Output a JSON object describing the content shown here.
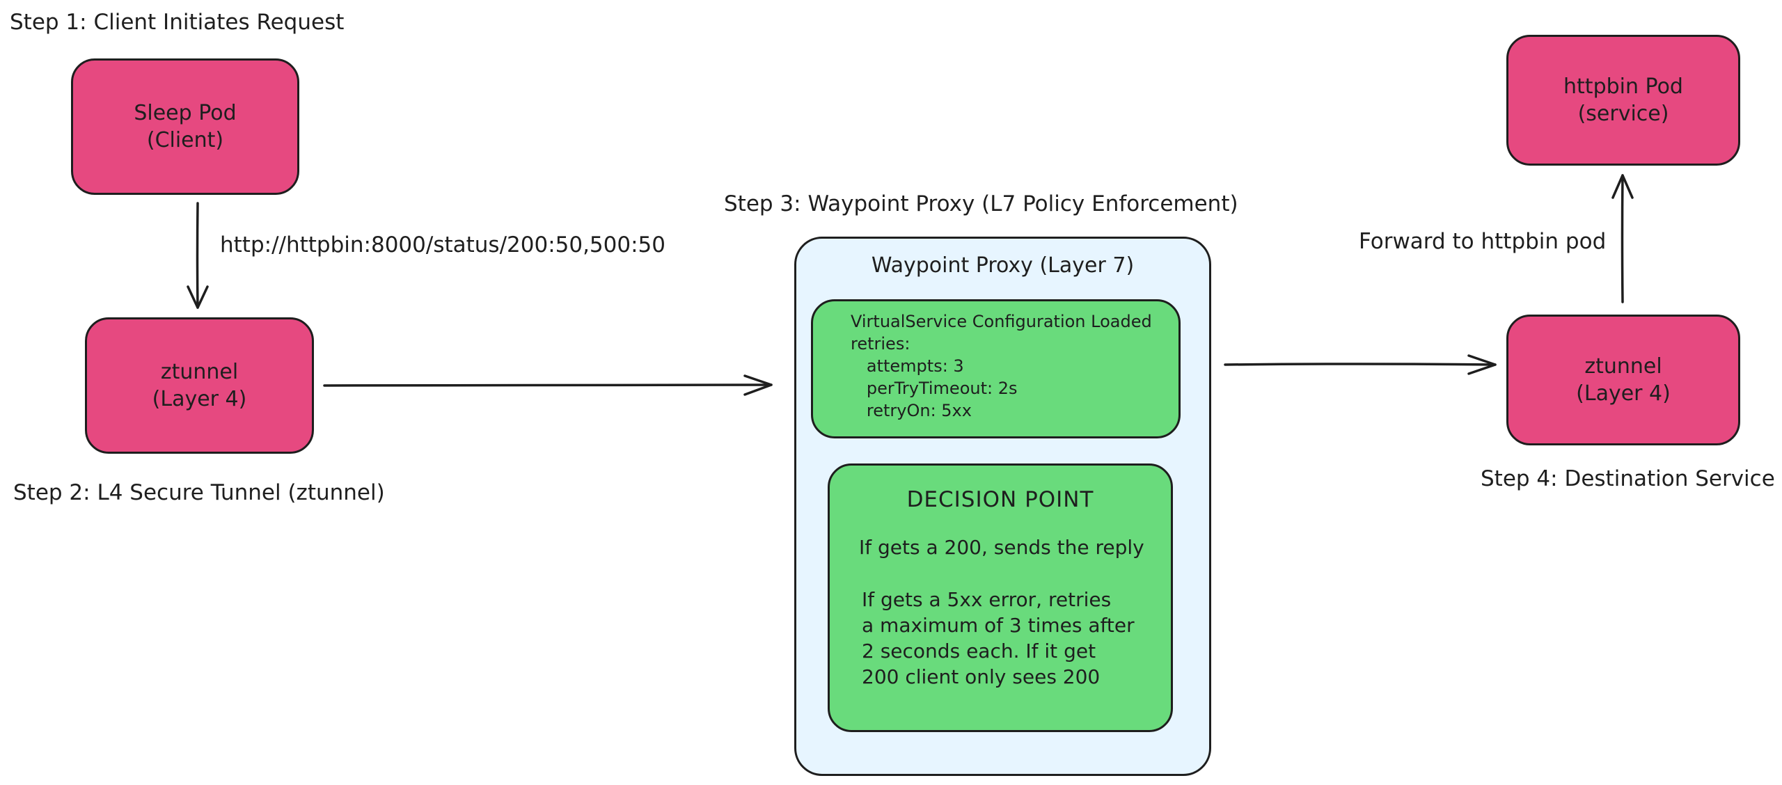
{
  "steps": {
    "step1": "Step 1: Client Initiates Request",
    "step2": "Step 2: L4 Secure Tunnel (ztunnel)",
    "step3": "Step 3: Waypoint Proxy (L7 Policy Enforcement)",
    "step4": "Step 4: Destination Service"
  },
  "nodes": {
    "sleep_pod": "Sleep Pod\n(Client)",
    "ztunnel_src": "ztunnel\n(Layer 4)",
    "ztunnel_dst": "ztunnel\n(Layer 4)",
    "httpbin_pod": "httpbin Pod\n(service)"
  },
  "edges": {
    "request_url": "http://httpbin:8000/status/200:50,500:50",
    "forward_label": "Forward to httpbin pod"
  },
  "waypoint": {
    "title": "Waypoint Proxy (Layer 7)",
    "config_text": "VirtualService Configuration Loaded\nretries:\n   attempts: 3\n   perTryTimeout: 2s\n   retryOn: 5xx",
    "decision_title": "DECISION POINT",
    "decision_line1": "If gets a 200, sends the reply",
    "decision_line2": "If gets a 5xx error, retries\na maximum of 3 times after\n2 seconds each. If it get\n200 client only sees 200"
  },
  "colors": {
    "pod_fill": "#e64980",
    "config_fill": "#69db7c",
    "waypoint_fill": "#e7f5ff",
    "stroke": "#1e1e1e"
  }
}
